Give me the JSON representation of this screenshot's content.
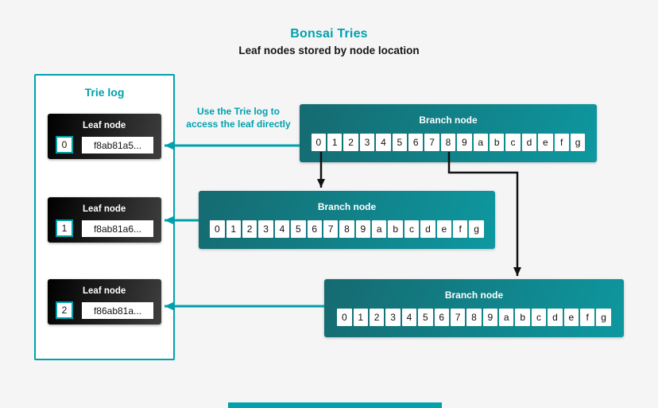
{
  "colors": {
    "accent": "#00a1ac",
    "background": "#f5f5f6",
    "leaf_gradient": [
      "#000000",
      "#3f3f3f"
    ],
    "branch_gradient": [
      "#156a70",
      "#0e98a0"
    ],
    "cell_background": "#ffffff",
    "black_arrow": "#111111"
  },
  "header": {
    "title": "Bonsai Tries",
    "subtitle": "Leaf nodes stored by node location"
  },
  "trie_log": {
    "title": "Trie log",
    "leaves": [
      {
        "label": "Leaf node",
        "index": "0",
        "hash": "f8ab81a5..."
      },
      {
        "label": "Leaf node",
        "index": "1",
        "hash": "f8ab81a6..."
      },
      {
        "label": "Leaf node",
        "index": "2",
        "hash": "f86ab81a..."
      }
    ]
  },
  "branch_nodes": [
    {
      "label": "Branch node",
      "cells": [
        "0",
        "1",
        "2",
        "3",
        "4",
        "5",
        "6",
        "7",
        "8",
        "9",
        "a",
        "b",
        "c",
        "d",
        "e",
        "f",
        "g"
      ]
    },
    {
      "label": "Branch node",
      "cells": [
        "0",
        "1",
        "2",
        "3",
        "4",
        "5",
        "6",
        "7",
        "8",
        "9",
        "a",
        "b",
        "c",
        "d",
        "e",
        "f",
        "g"
      ]
    },
    {
      "label": "Branch node",
      "cells": [
        "0",
        "1",
        "2",
        "3",
        "4",
        "5",
        "6",
        "7",
        "8",
        "9",
        "a",
        "b",
        "c",
        "d",
        "e",
        "f",
        "g"
      ]
    }
  ],
  "annotation": {
    "line1": "Use the Trie log to",
    "line2": "access the leaf directly"
  }
}
